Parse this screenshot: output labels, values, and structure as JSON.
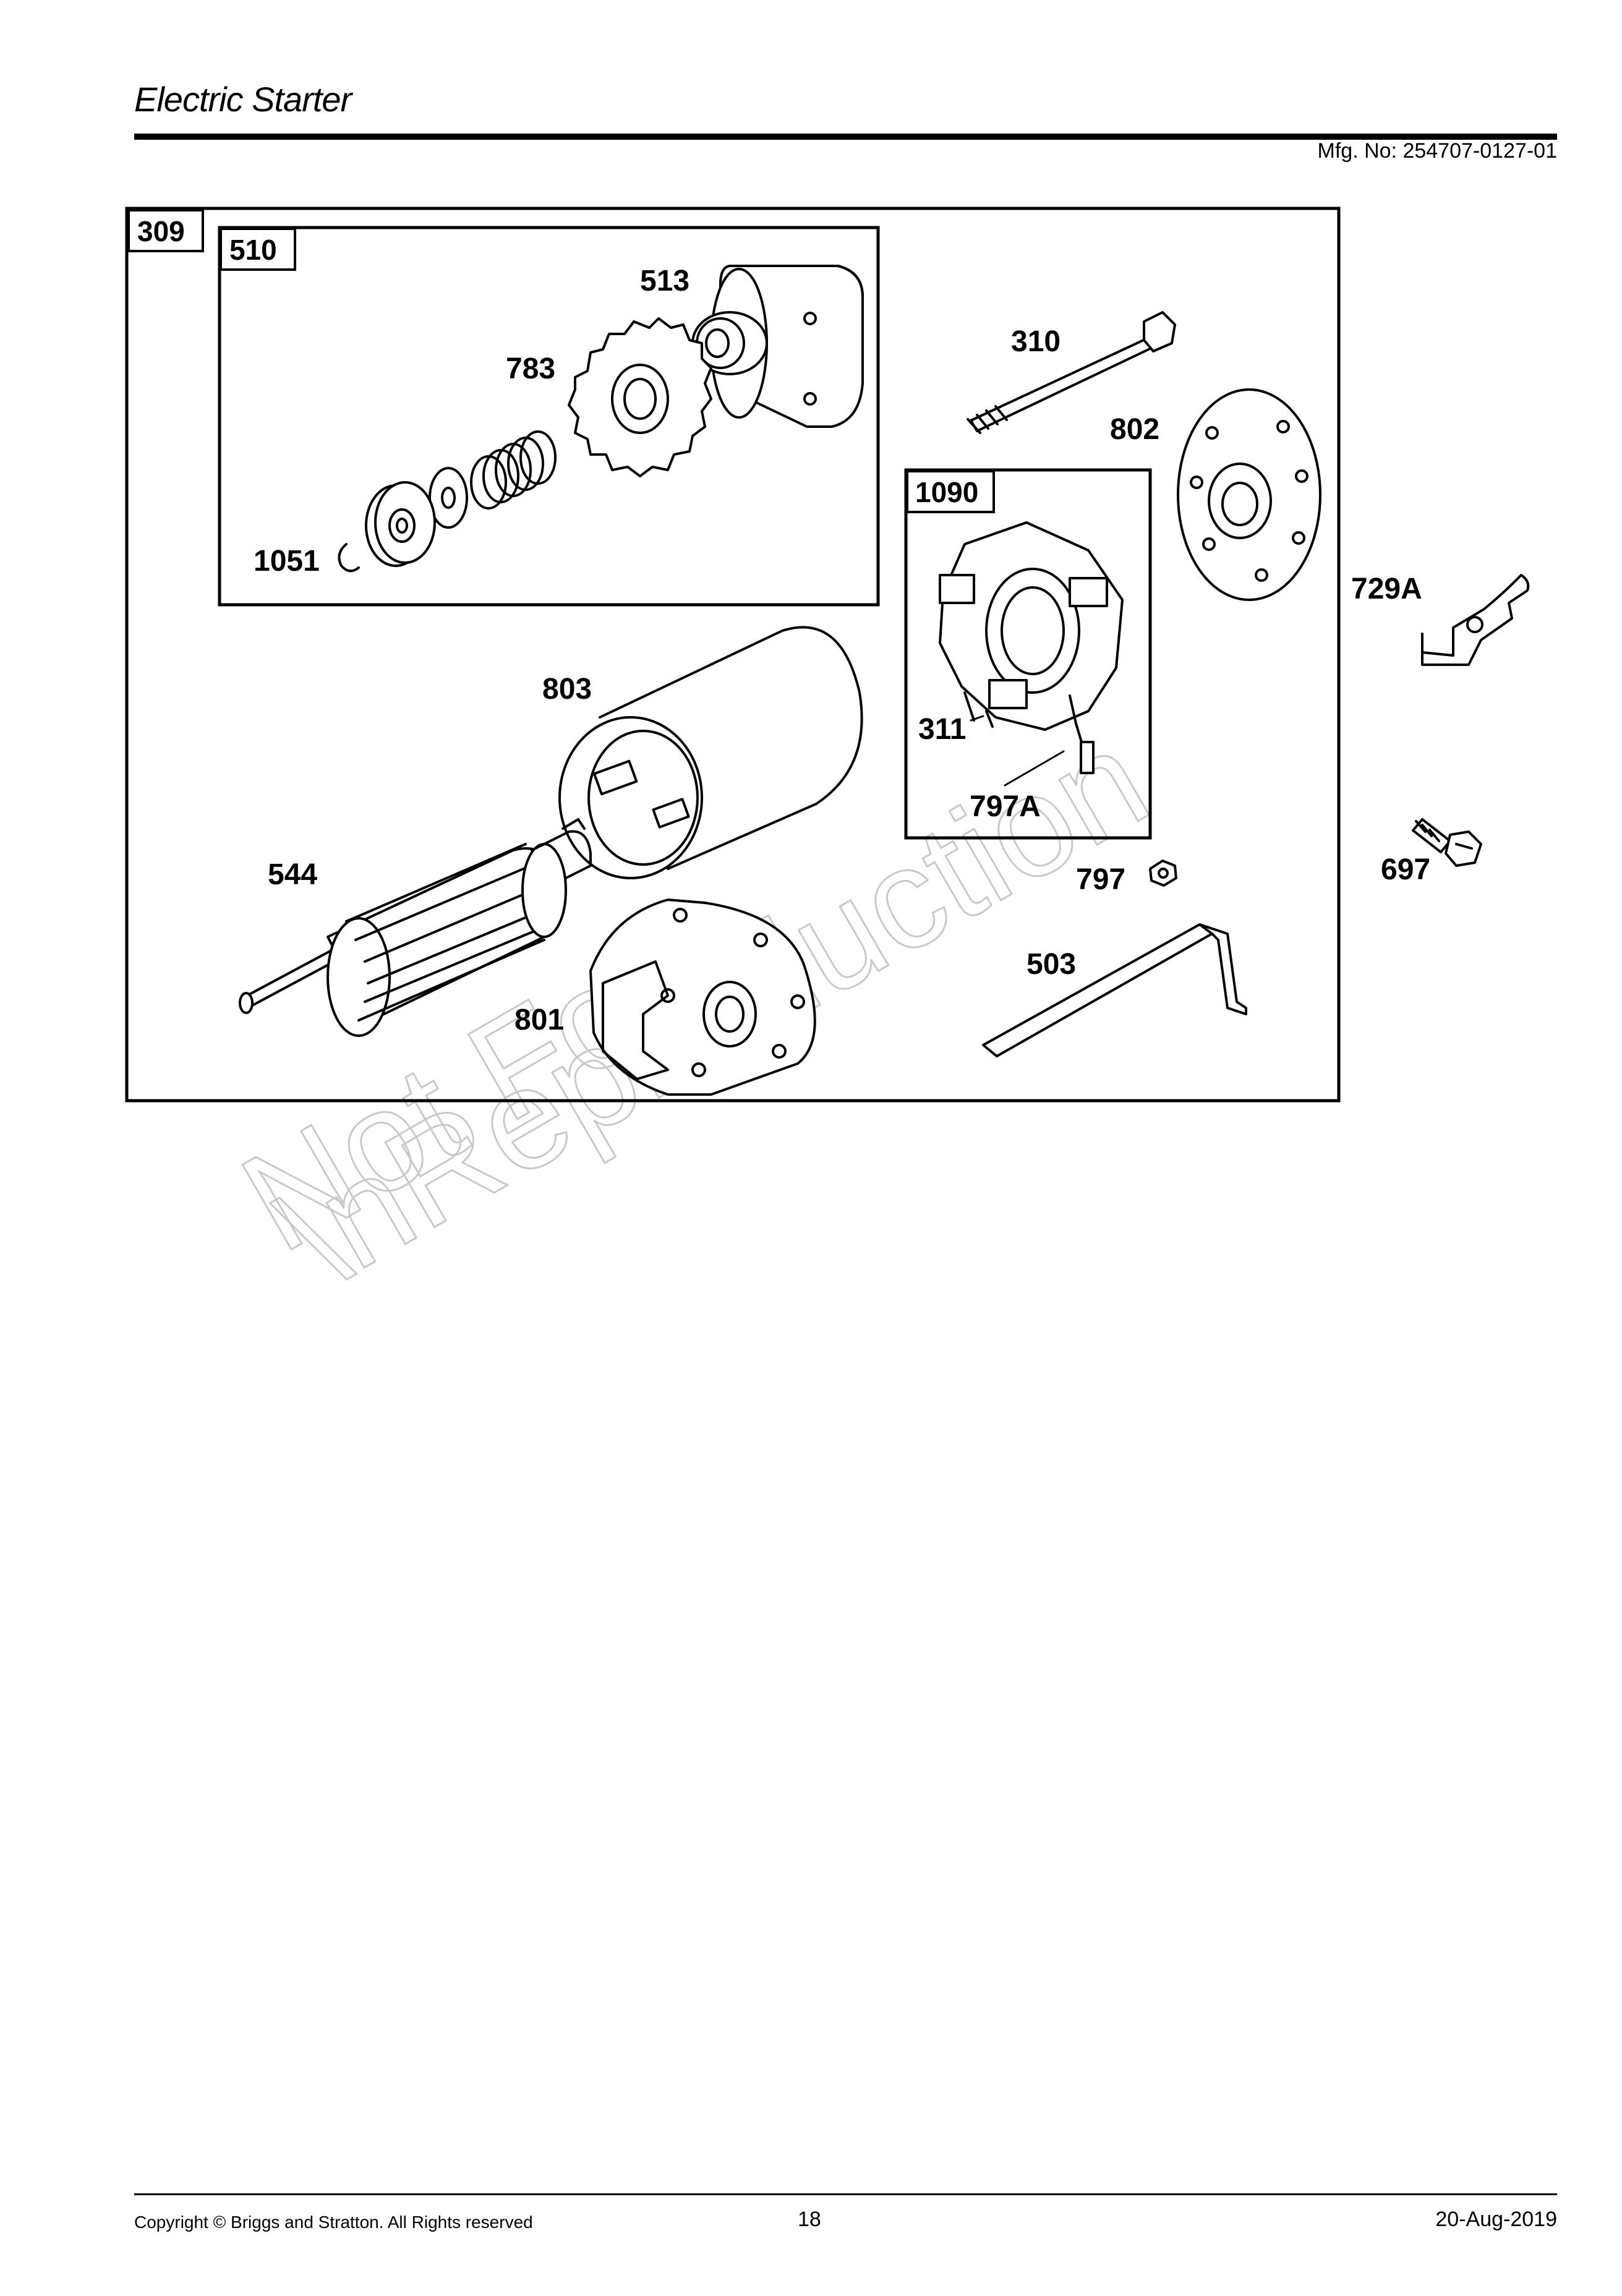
{
  "header": {
    "title": "Electric Starter",
    "mfg_no": "Mfg. No: 254707-0127-01"
  },
  "diagram": {
    "boxes": {
      "outer": "309",
      "drive": "510",
      "brush": "1090"
    },
    "callouts": {
      "p513": "513",
      "p783": "783",
      "p1051": "1051",
      "p310": "310",
      "p802": "802",
      "p729a": "729A",
      "p803": "803",
      "p311": "311",
      "p797a": "797A",
      "p544": "544",
      "p797": "797",
      "p697": "697",
      "p503": "503",
      "p801": "801"
    },
    "watermark": {
      "line1": "Not For",
      "line2": "\\nReproduction"
    }
  },
  "footer": {
    "copyright": "Copyright ©  Briggs and Stratton. All Rights reserved",
    "page": "18",
    "date": "20-Aug-2019"
  }
}
